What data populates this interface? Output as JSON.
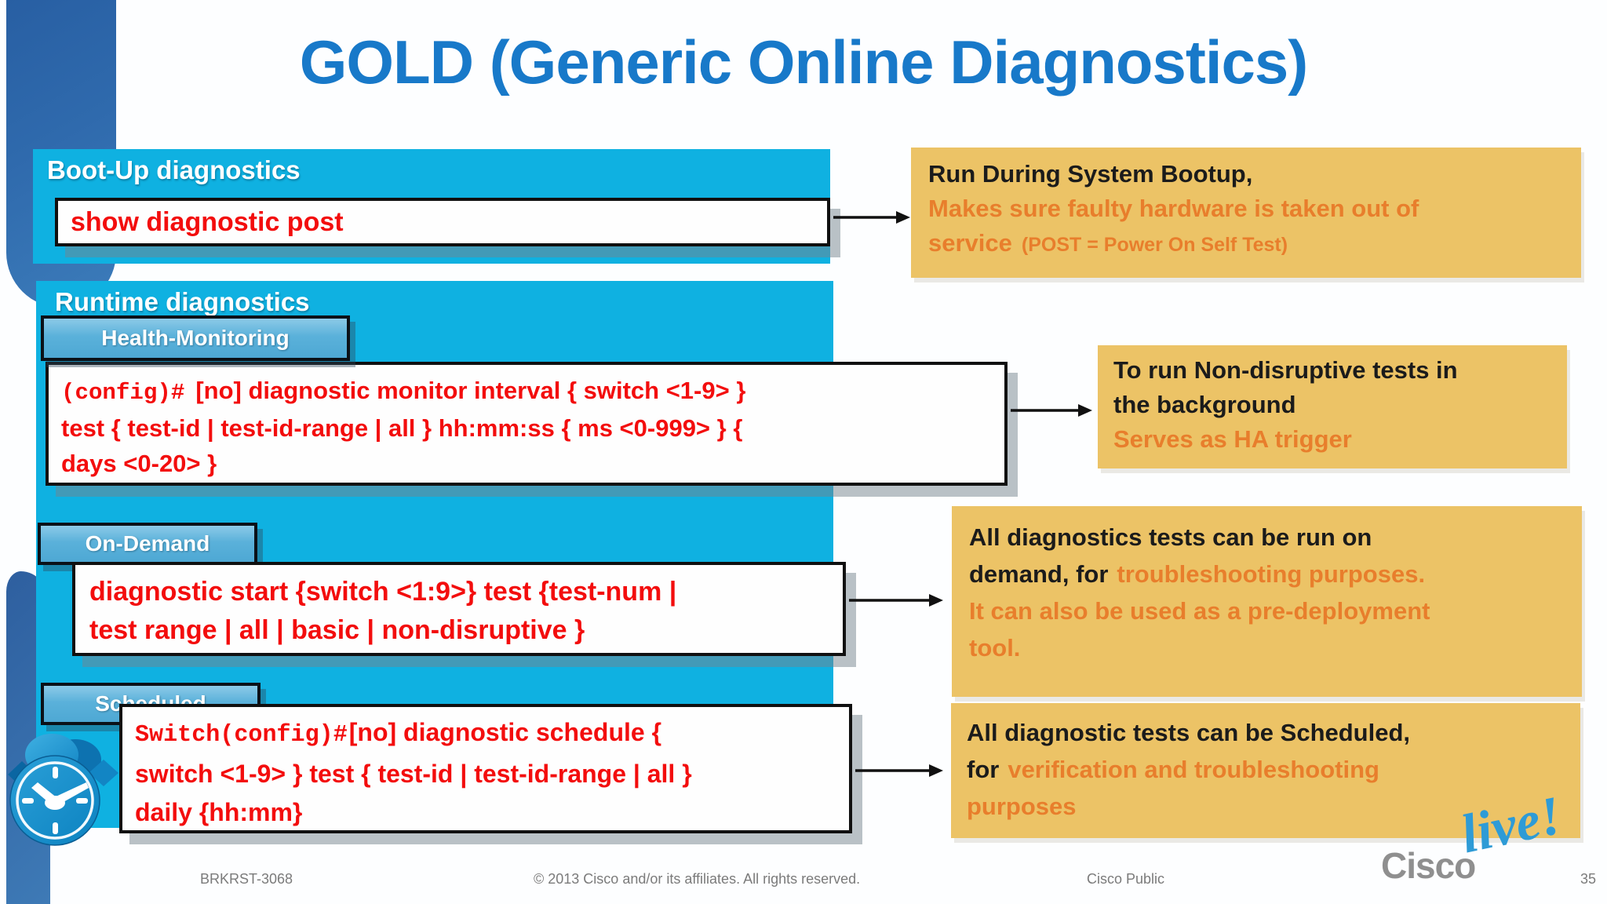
{
  "title": "GOLD (Generic Online Diagnostics)",
  "colors": {
    "cyan": "#0FB1E1",
    "title_blue": "#1879C9",
    "note_tan": "#ECC366",
    "orange_text": "#E87E2C",
    "command_red": "#F30D0D",
    "left_bar_blue": "#2F6AAD"
  },
  "bootup": {
    "label": "Boot-Up diagnostics",
    "command": "show diagnostic post",
    "note": {
      "l1": "Run During System Bootup,",
      "l2": "Makes sure faulty hardware is taken out of",
      "l3a": "service",
      "l3b": "(POST = Power On Self Test)"
    }
  },
  "runtime": {
    "label": "Runtime diagnostics",
    "health": {
      "label": "Health-Monitoring",
      "cmd_mono": "(config)#",
      "cmd_l1": "[no] diagnostic monitor interval { switch <1-9> }",
      "cmd_l2": "test { test-id | test-id-range | all } hh:mm:ss { ms <0-999> } {",
      "cmd_l3": "days <0-20> }",
      "note": {
        "l1": "To run Non-disruptive tests in",
        "l2": "the background",
        "l3": "Serves as HA trigger"
      }
    },
    "ondemand": {
      "label": "On-Demand",
      "cmd_l1": "diagnostic start {switch <1:9>} test {test-num |",
      "cmd_l2": "test range | all | basic | non-disruptive }",
      "note": {
        "l1": "All diagnostics tests can be run on",
        "l2a": "demand, for",
        "l2b": "troubleshooting purposes.",
        "l3": "It can also be used as a pre-deployment",
        "l4": "tool."
      }
    },
    "scheduled": {
      "label": "Scheduled",
      "cmd_mono": "Switch(config)#",
      "cmd_l1": "[no] diagnostic schedule {",
      "cmd_l2": "switch <1-9> } test { test-id | test-id-range | all }",
      "cmd_l3": "daily {hh:mm}",
      "note": {
        "l1": "All diagnostic tests can be Scheduled,",
        "l2a": "for",
        "l2b": "verification and troubleshooting",
        "l3": "purposes"
      }
    }
  },
  "footer": {
    "session": "BRKRST-3068",
    "copyright": "© 2013 Cisco and/or its affiliates. All rights reserved.",
    "classification": "Cisco Public",
    "page": "35",
    "logo_cisco": "Cisco",
    "logo_live": "live!"
  }
}
